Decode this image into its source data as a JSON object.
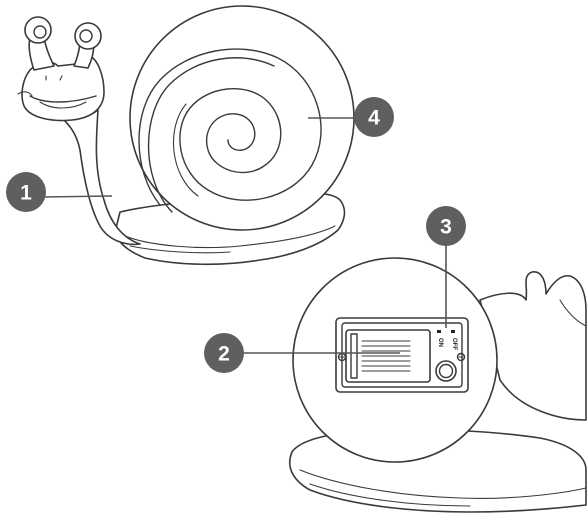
{
  "callouts": [
    {
      "id": "1",
      "label": "1"
    },
    {
      "id": "2",
      "label": "2"
    },
    {
      "id": "3",
      "label": "3"
    },
    {
      "id": "4",
      "label": "4"
    }
  ],
  "switch": {
    "on_label": "ON",
    "off_label": "OFF"
  },
  "colors": {
    "badge": "#5f5f5f",
    "outline": "#3a3a3a",
    "background": "#ffffff"
  }
}
